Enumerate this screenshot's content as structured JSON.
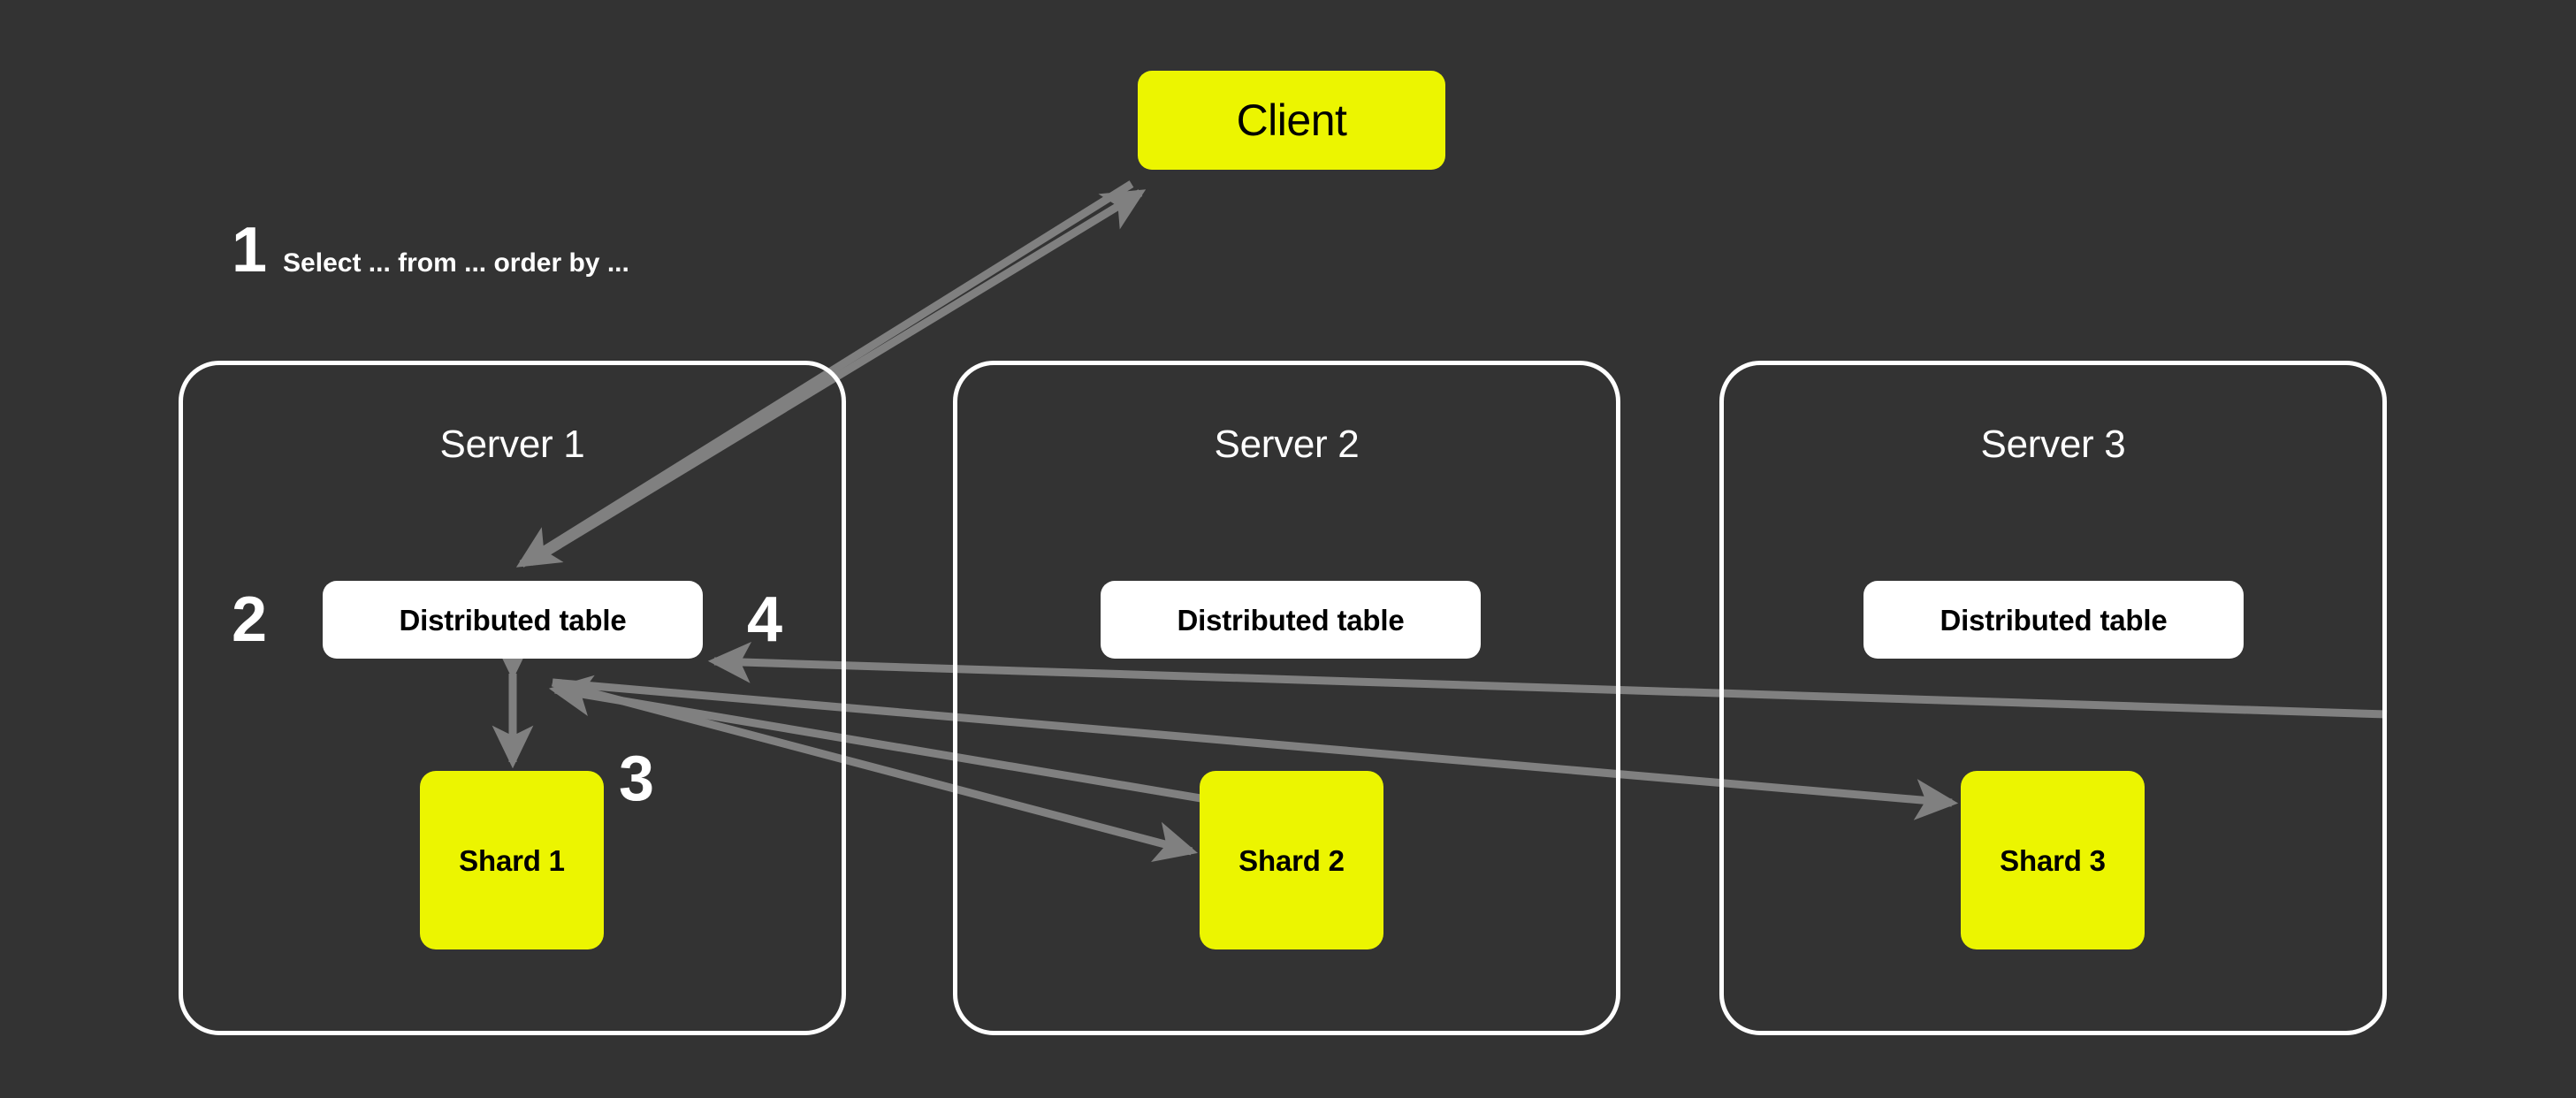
{
  "diagram": {
    "background_color": "#333333",
    "accent_color": "#ECF500",
    "arrow_color": "#808080",
    "client": {
      "label": "Client"
    },
    "steps": [
      {
        "number": "1",
        "text": "Select ... from ... order by ..."
      },
      {
        "number": "2",
        "text": ""
      },
      {
        "number": "3",
        "text": ""
      },
      {
        "number": "4",
        "text": ""
      }
    ],
    "servers": [
      {
        "title": "Server 1",
        "distributed_table_label": "Distributed table",
        "shard_label": "Shard 1"
      },
      {
        "title": "Server 2",
        "distributed_table_label": "Distributed table",
        "shard_label": "Shard 2"
      },
      {
        "title": "Server 3",
        "distributed_table_label": "Distributed table",
        "shard_label": "Shard 3"
      }
    ]
  }
}
